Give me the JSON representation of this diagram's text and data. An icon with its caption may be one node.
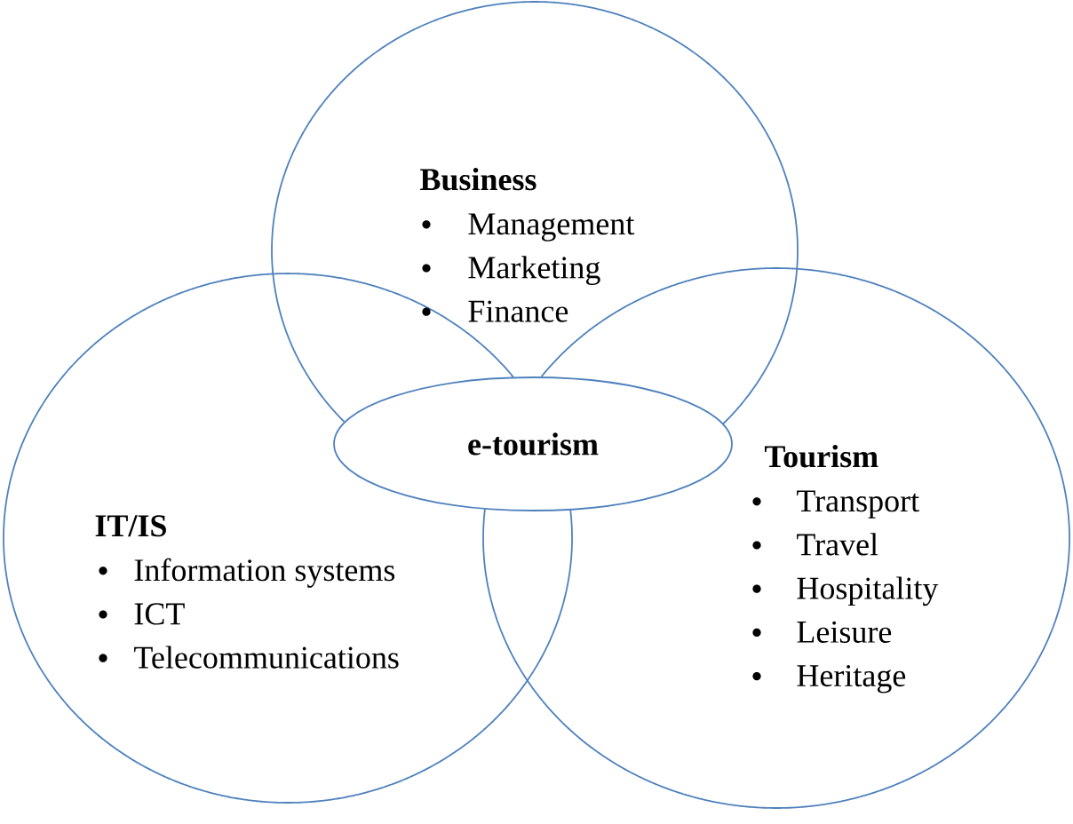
{
  "diagram": {
    "nodes": [
      {
        "text": [
          "Business",
          "Management",
          "Marketing",
          "Finance"
        ]
      },
      {
        "text": [
          "e-tourism"
        ]
      },
      {
        "text": [
          "Tourism",
          "Transport",
          "Travel",
          "Hospitality",
          "Leisure",
          "Heritage"
        ]
      },
      {
        "text": [
          "IT/IS",
          "Information systems",
          "ICT",
          "Telecommunications"
        ]
      }
    ]
  }
}
